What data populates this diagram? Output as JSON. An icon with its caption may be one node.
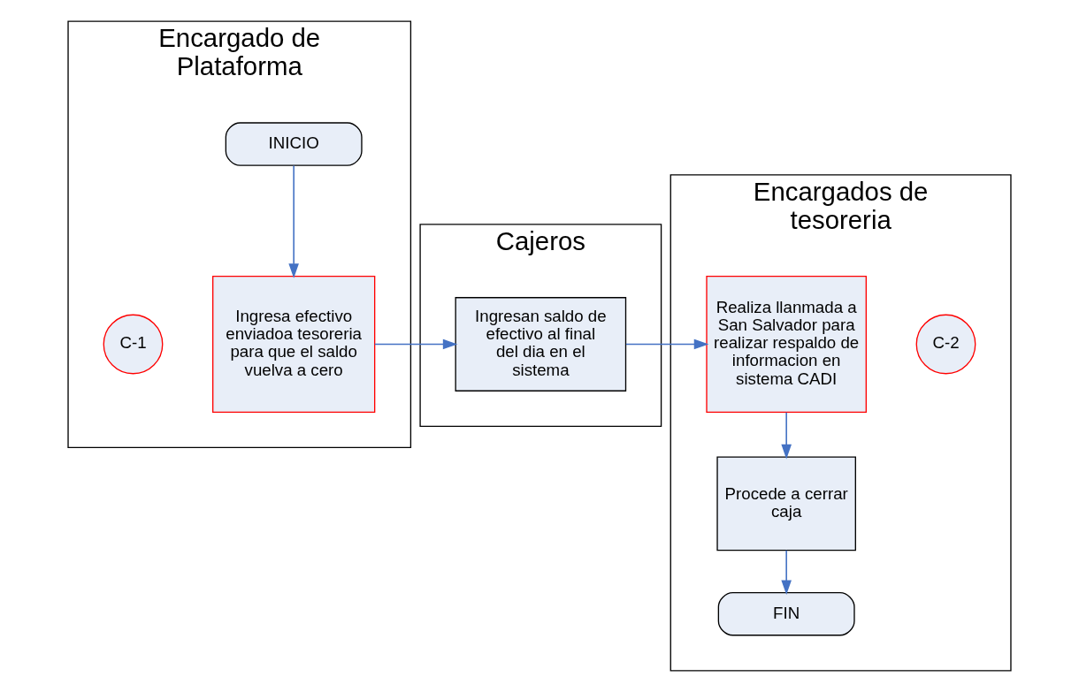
{
  "diagram": {
    "nodes": [
      {
        "text": [
          "Encargado de Plataforma"
        ]
      },
      {
        "text": [
          "Cajeros"
        ]
      },
      {
        "text": [
          "Encargados de tesoreria"
        ]
      },
      {
        "text": [
          "INICIO"
        ],
        "in": 0
      },
      {
        "text": [
          "Ingresa efectivo enviadoa tesoreria para que el saldo vuelva a cero"
        ],
        "in": 0
      },
      {
        "text": [
          "C-1"
        ],
        "in": 0
      },
      {
        "text": [
          "Ingresan saldo de efectivo al final del dia en el sistema"
        ],
        "in": 1
      },
      {
        "text": [
          "Realiza llanmada a San Salvador para realizar respaldo de informacion en sistema CADI"
        ],
        "in": 2
      },
      {
        "text": [
          "C-2"
        ],
        "in": 2
      },
      {
        "text": [
          "Procede a cerrar caja"
        ],
        "in": 2
      },
      {
        "text": [
          "FIN"
        ],
        "in": 2
      }
    ],
    "edges": [
      {
        "from": 3,
        "to": 4,
        "arrow": "to"
      },
      {
        "from": 4,
        "to": 6,
        "arrow": "to"
      },
      {
        "from": 6,
        "to": 7,
        "arrow": "to"
      },
      {
        "from": 7,
        "to": 9,
        "arrow": "to"
      },
      {
        "from": 9,
        "to": 10,
        "arrow": "to"
      }
    ]
  }
}
